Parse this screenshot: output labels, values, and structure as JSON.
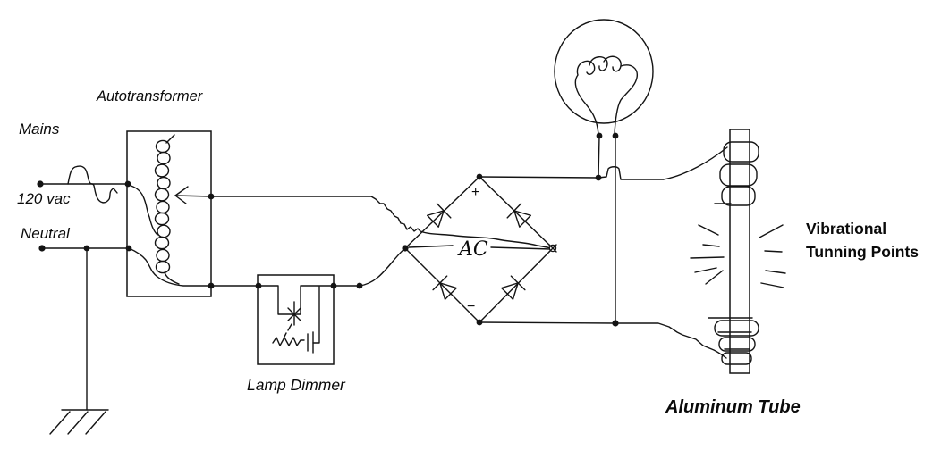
{
  "meta": {
    "background": "#ffffff",
    "ink": "#141414"
  },
  "labels": {
    "mains": "Mains",
    "voltage": "120 vac",
    "neutral": "Neutral",
    "autotransformer": "Autotransformer",
    "lamp_dimmer": "Lamp Dimmer",
    "ac": "AC",
    "plus": "+",
    "minus": "−",
    "vibrational_line1": "Vibrational",
    "vibrational_line2": "Tunning Points",
    "aluminum_tube": "Aluminum Tube"
  }
}
